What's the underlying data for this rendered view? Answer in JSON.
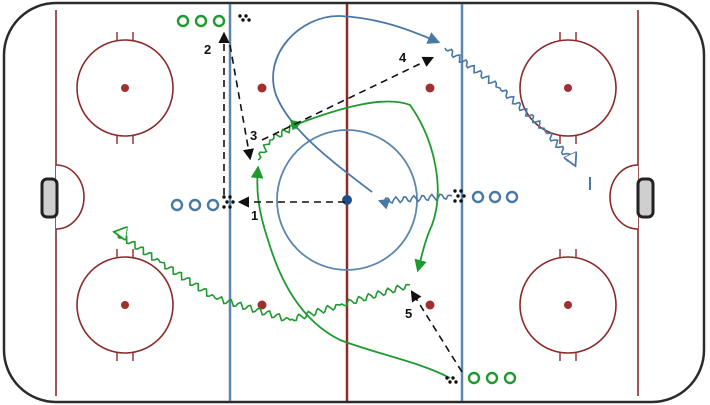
{
  "colors": {
    "board": "#2b2b2b",
    "red_line": "#8b2a2a",
    "blue_line": "#5b86ad",
    "green": "#1e9a2f",
    "blue_path": "#4a78a6",
    "pass": "#111111",
    "faceoff_dot": "#a03030",
    "center_dot": "#1f4f8a"
  },
  "labels": {
    "step1": "1",
    "step2": "2",
    "step3": "3",
    "step4": "4",
    "step5": "5"
  }
}
